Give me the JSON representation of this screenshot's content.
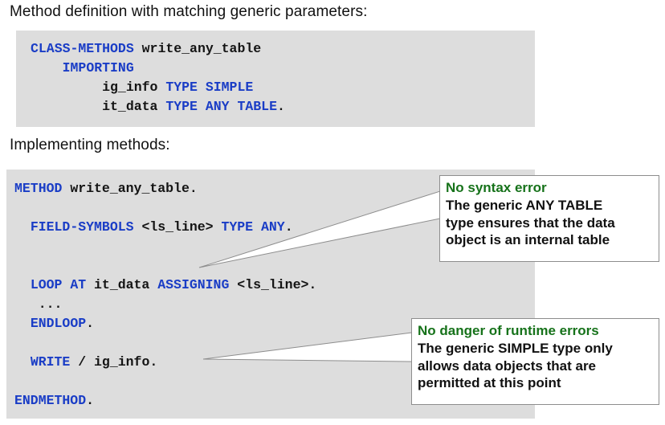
{
  "headings": {
    "definition": "Method definition with matching generic parameters:",
    "implementing": "Implementing methods:"
  },
  "code_definition": {
    "lines": [
      {
        "indent": 0,
        "tokens": [
          {
            "t": "CLASS-METHODS",
            "c": "kw"
          },
          {
            "t": " write_any_table",
            "c": "id"
          }
        ]
      },
      {
        "indent": 4,
        "tokens": [
          {
            "t": "IMPORTING",
            "c": "kw"
          }
        ]
      },
      {
        "indent": 9,
        "tokens": [
          {
            "t": "ig_info ",
            "c": "id"
          },
          {
            "t": "TYPE SIMPLE",
            "c": "kw"
          }
        ]
      },
      {
        "indent": 9,
        "tokens": [
          {
            "t": "it_data ",
            "c": "id"
          },
          {
            "t": "TYPE ANY TABLE",
            "c": "kw"
          },
          {
            "t": ".",
            "c": "pn"
          }
        ]
      }
    ]
  },
  "code_implementation": {
    "lines": [
      {
        "indent": 0,
        "tokens": [
          {
            "t": "METHOD",
            "c": "kw"
          },
          {
            "t": " write_any_table.",
            "c": "id"
          }
        ]
      },
      {
        "indent": 0,
        "tokens": []
      },
      {
        "indent": 2,
        "tokens": [
          {
            "t": "FIELD-SYMBOLS",
            "c": "kw"
          },
          {
            "t": " <ls_line> ",
            "c": "id"
          },
          {
            "t": "TYPE ANY",
            "c": "kw"
          },
          {
            "t": ".",
            "c": "pn"
          }
        ]
      },
      {
        "indent": 0,
        "tokens": []
      },
      {
        "indent": 0,
        "tokens": []
      },
      {
        "indent": 2,
        "tokens": [
          {
            "t": "LOOP AT",
            "c": "kw"
          },
          {
            "t": " it_data ",
            "c": "id"
          },
          {
            "t": "ASSIGNING",
            "c": "kw"
          },
          {
            "t": " <ls_line>.",
            "c": "id"
          }
        ]
      },
      {
        "indent": 3,
        "tokens": [
          {
            "t": "...",
            "c": "id"
          }
        ]
      },
      {
        "indent": 2,
        "tokens": [
          {
            "t": "ENDLOOP",
            "c": "kw"
          },
          {
            "t": ".",
            "c": "pn"
          }
        ]
      },
      {
        "indent": 0,
        "tokens": []
      },
      {
        "indent": 2,
        "tokens": [
          {
            "t": "WRITE",
            "c": "kw"
          },
          {
            "t": " / ig_info.",
            "c": "id"
          }
        ]
      },
      {
        "indent": 0,
        "tokens": []
      },
      {
        "indent": 0,
        "tokens": [
          {
            "t": "ENDMETHOD",
            "c": "kw"
          },
          {
            "t": ".",
            "c": "pn"
          }
        ]
      }
    ]
  },
  "callouts": [
    {
      "id": "syntax",
      "title": "No syntax error",
      "body_lines": [
        "The generic ANY TABLE",
        "type ensures that the data",
        "object is an internal table"
      ]
    },
    {
      "id": "runtime",
      "title": "No danger of runtime errors",
      "body_lines": [
        "The generic SIMPLE type only",
        "allows data objects that are",
        "permitted at this point"
      ]
    }
  ],
  "colors": {
    "keyword_blue": "#1a3dc6",
    "callout_title_green": "#16721a",
    "code_background": "#dddddd",
    "page_background": "#ffffff",
    "callout_border": "#8d8d8d",
    "text_black": "#111111"
  }
}
